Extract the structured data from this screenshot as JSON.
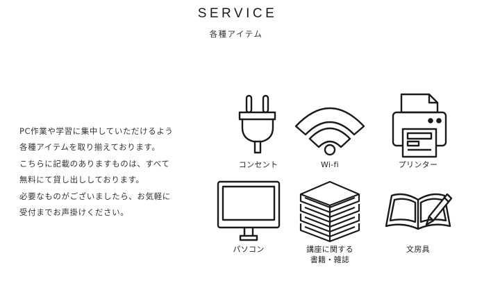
{
  "section": {
    "title": "SERVICE",
    "subtitle": "各種アイテム"
  },
  "description": {
    "lines": [
      "PC作業や学習に集中していただけるよう",
      "各種アイテムを取り揃えております。",
      "こちらに記載のありますものは、すべて",
      "無料にて貸し出ししております。",
      "必要なものがございましたら、お気軽に",
      "受付までお声掛けください。"
    ]
  },
  "items": [
    {
      "icon": "plug-icon",
      "label": "コンセント"
    },
    {
      "icon": "wifi-icon",
      "label": "Wi-fi"
    },
    {
      "icon": "printer-icon",
      "label": "プリンター"
    },
    {
      "icon": "monitor-icon",
      "label": "パソコン"
    },
    {
      "icon": "books-stack-icon",
      "label_lines": [
        "講座に関する",
        "書籍・雑誌"
      ]
    },
    {
      "icon": "notebook-pen-icon",
      "label": "文房具"
    }
  ],
  "colors": {
    "stroke": "#1a1a1a",
    "text": "#222222",
    "background": "#ffffff"
  }
}
